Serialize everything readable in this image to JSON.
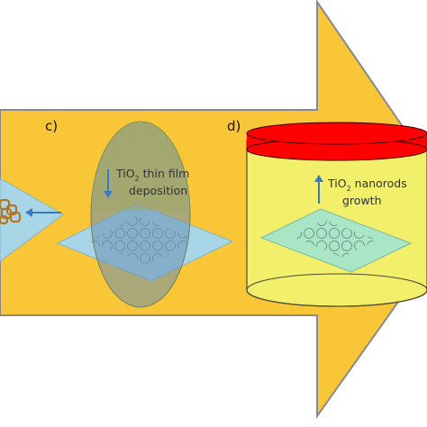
{
  "panels": {
    "c": {
      "label": "c)",
      "caption": {
        "prefix": "TiO",
        "subscript": "2",
        "line1_rest": " thin film",
        "line2": "deposition"
      }
    },
    "d": {
      "label": "d)",
      "caption": {
        "prefix": "TiO",
        "subscript": "2",
        "line1_rest": " nanorods",
        "line2": "growth"
      }
    }
  },
  "colors": {
    "arrow_fill": "#f8c636",
    "arrow_stroke": "#8a8a8a",
    "lid": "#ff0000",
    "beaker": "#f2f06a",
    "substrate": "#a9d6e6",
    "film_ellipse": "#8a9b6c",
    "film_substrate": "#6f9bd8",
    "nanorod_substrate": "#a8e6c6",
    "pattern": "#b8731e",
    "arrow_blue": "#3b78c8"
  },
  "icons": {
    "deposition_arrow": "arrow-down-icon",
    "growth_arrow": "arrow-up-icon",
    "transfer_arrow": "arrow-left-icon"
  }
}
